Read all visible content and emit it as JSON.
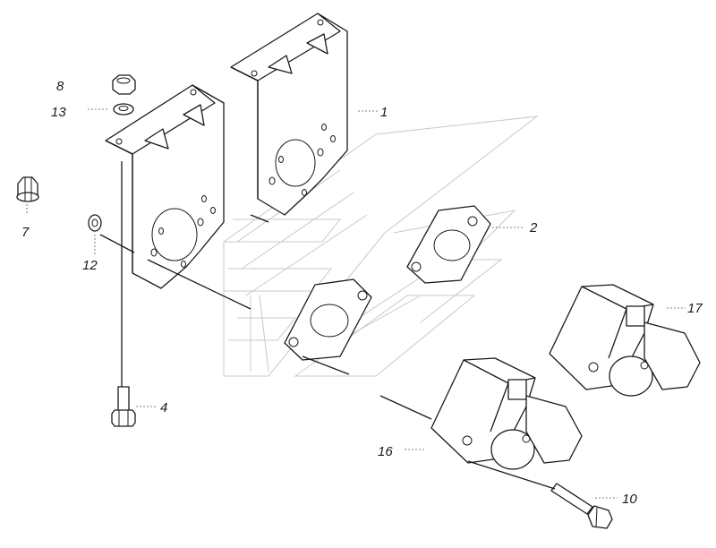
{
  "callouts": {
    "c1": "1",
    "c2": "2",
    "c4": "4",
    "c7": "7",
    "c8": "8",
    "c10": "10",
    "c12": "12",
    "c13": "13",
    "c16": "16",
    "c17": "17"
  }
}
